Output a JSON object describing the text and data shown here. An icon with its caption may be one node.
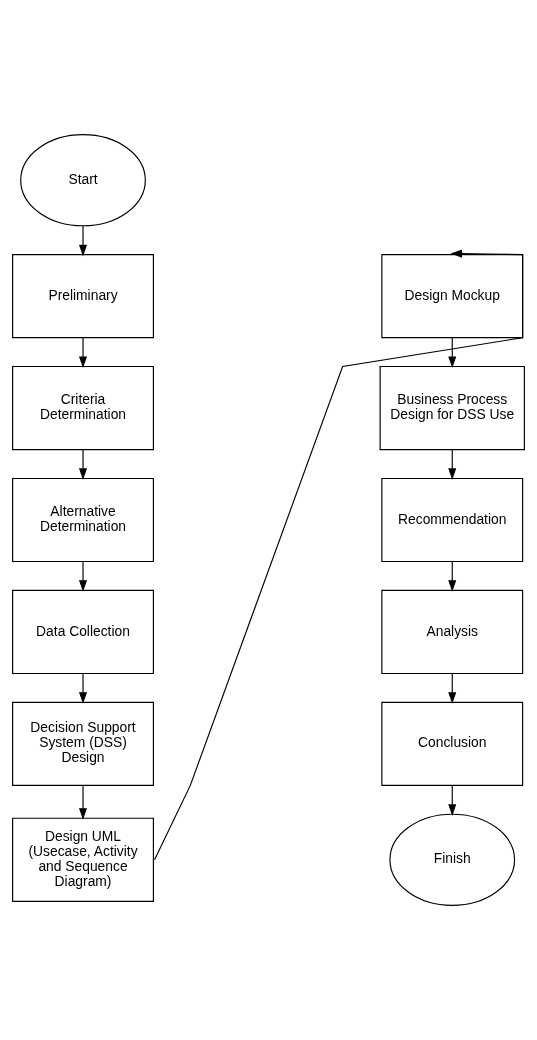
{
  "diagram": {
    "nodes": [
      {
        "text": [
          "Start"
        ]
      },
      {
        "text": [
          "Preliminary"
        ]
      },
      {
        "text": [
          "Criteria Determination"
        ]
      },
      {
        "text": [
          "Alternative Determination"
        ]
      },
      {
        "text": [
          "Data Collection"
        ]
      },
      {
        "text": [
          "Decision Support System (DSS) Design"
        ]
      },
      {
        "text": [
          "Design UML (Usecase, Activity and Sequence Diagram)"
        ]
      },
      {
        "text": [
          "Design Mockup"
        ]
      },
      {
        "text": [
          "Business Process Design for DSS Use"
        ]
      },
      {
        "text": [
          "Recommendation"
        ]
      },
      {
        "text": [
          "Analysis"
        ]
      },
      {
        "text": [
          "Conclusion"
        ]
      },
      {
        "text": [
          "Finish"
        ]
      }
    ],
    "edges": [
      {
        "from": 0,
        "to": 1,
        "arrow": "to"
      },
      {
        "from": 1,
        "to": 2,
        "arrow": "to"
      },
      {
        "from": 2,
        "to": 3,
        "arrow": "to"
      },
      {
        "from": 3,
        "to": 4,
        "arrow": "to"
      },
      {
        "from": 4,
        "to": 5,
        "arrow": "to"
      },
      {
        "from": 5,
        "to": 6,
        "arrow": "to"
      },
      {
        "from": 6,
        "to": 7,
        "arrow": "to"
      },
      {
        "from": 7,
        "to": 8,
        "arrow": "to"
      },
      {
        "from": 8,
        "to": 9,
        "arrow": "to"
      },
      {
        "from": 9,
        "to": 10,
        "arrow": "to"
      },
      {
        "from": 10,
        "to": 11,
        "arrow": "to"
      },
      {
        "from": 11,
        "to": 12,
        "arrow": "to"
      }
    ]
  }
}
